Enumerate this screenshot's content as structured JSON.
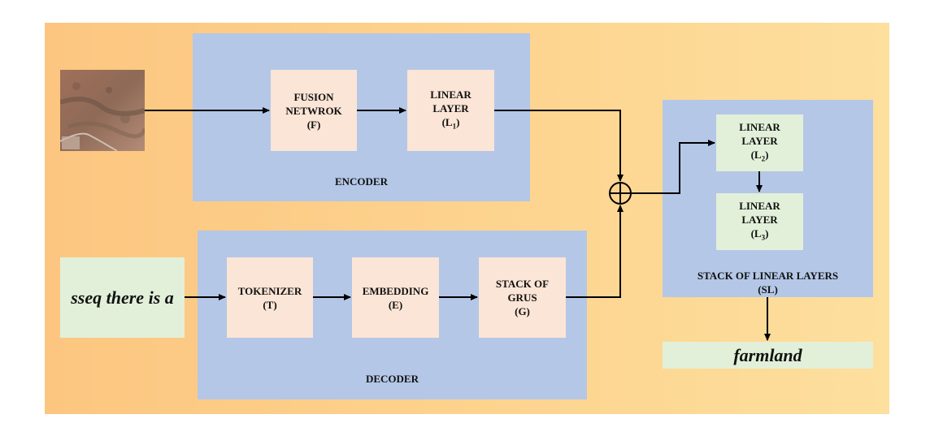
{
  "encoder": {
    "label": "ENCODER",
    "fusion": {
      "line1": "FUSION",
      "line2": "NETWROK",
      "line3": "(F)"
    },
    "linear1": {
      "line1": "LINEAR",
      "line2": "LAYER",
      "sym": "(L",
      "sub": "1",
      "close": ")"
    }
  },
  "decoder": {
    "label": "DECODER",
    "tokenizer": {
      "line1": "TOKENIZER",
      "line2": "(T)"
    },
    "embedding": {
      "line1": "EMBEDDING",
      "line2": "(E)"
    },
    "grus": {
      "line1": "STACK OF",
      "line2": "GRUS",
      "line3": "(G)"
    }
  },
  "input_text": "sseq there is a",
  "stack": {
    "label_line1": "STACK OF LINEAR LAYERS",
    "label_line2": "(SL)",
    "linear2": {
      "line1": "LINEAR",
      "line2": "LAYER",
      "sym": "(L",
      "sub": "2",
      "close": ")"
    },
    "linear3": {
      "line1": "LINEAR",
      "line2": "LAYER",
      "sym": "(L",
      "sub": "3",
      "close": ")"
    }
  },
  "output_text": "farmland",
  "colors": {
    "background": "#fdd48f",
    "panel": "#b4c7e7",
    "module": "#fbe5d6",
    "linear_stack_module": "#e2f0d9",
    "arrow": "#000000"
  }
}
